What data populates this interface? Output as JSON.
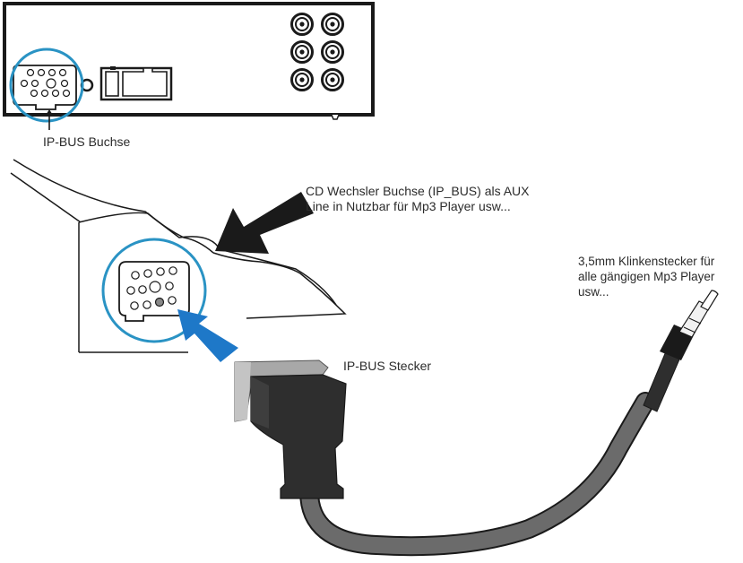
{
  "labels": {
    "ip_bus_buchse": "IP-BUS Buchse",
    "cd_wechsler": [
      "CD Wechsler Buchse (IP_BUS) als AUX",
      "Line in Nutzbar für Mp3 Player usw..."
    ],
    "ip_bus_stecker": "IP-BUS Stecker",
    "klinkenstecker": [
      "3,5mm Klinkenstecker für",
      "alle gängigen Mp3 Player",
      "usw..."
    ]
  },
  "colors": {
    "highlight_circle": "#2a93c4",
    "blue_arrow": "#1e78c8",
    "black_arrow": "#1a1a1a",
    "cable": "#6b6b6b",
    "connector_body": "#2e2e2e",
    "connector_cap": "#a8a8a8",
    "outline": "#1a1a1a"
  },
  "icons": [
    "ip-bus-socket-icon",
    "rca-jack-icon",
    "ip-bus-plug-icon",
    "jack-plug-icon"
  ]
}
